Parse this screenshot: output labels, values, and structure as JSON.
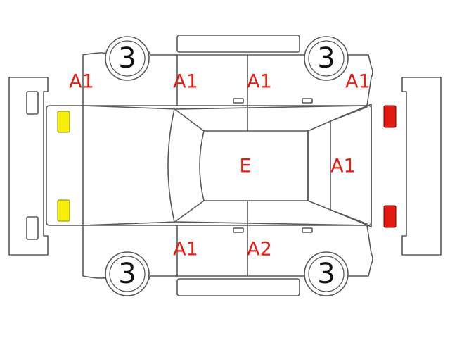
{
  "marks": {
    "front_left_fender": "A1",
    "front_left_door": "A1",
    "rear_left_door": "A1",
    "rear_left_quarter": "A1",
    "trunk_lid": "A1",
    "roof": "E",
    "front_right_door": "A1",
    "rear_right_door": "A2"
  },
  "tyres": {
    "front_left": "3",
    "rear_left": "3",
    "front_right": "3",
    "rear_right": "3"
  },
  "colors": {
    "mark_text": "#e8190f",
    "outline": "#595959",
    "headlight": "#f7ee0a",
    "taillight": "#e41b13"
  }
}
